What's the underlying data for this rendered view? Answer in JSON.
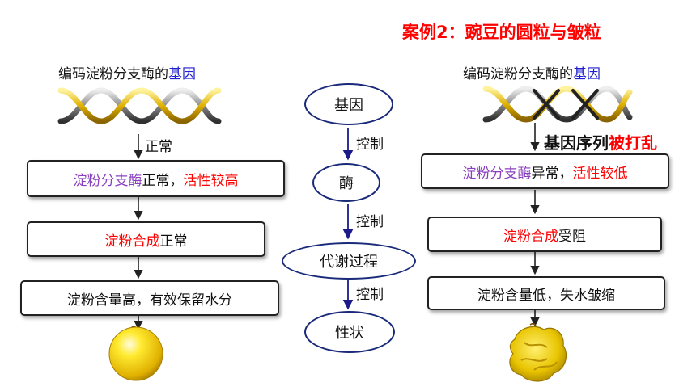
{
  "title": "案例2：豌豆的圆粒与皱粒",
  "left": {
    "gene_label": {
      "prefix": "编码淀粉分支酶的",
      "keyword": "基因"
    },
    "arrow_label": "正常",
    "box1": {
      "part1": "淀粉分支酶",
      "part2": "正常，",
      "part3": "活性较高"
    },
    "box2": {
      "part1": "淀粉合成",
      "part2": "正常"
    },
    "box3": {
      "text": "淀粉含量高，有效保留水分"
    }
  },
  "center": {
    "node1": "基因",
    "node2": "酶",
    "node3": "代谢过程",
    "node4": "性状",
    "control_label": "控制"
  },
  "right": {
    "gene_label": {
      "prefix": "编码淀粉分支酶的",
      "keyword": "基因"
    },
    "scramble": {
      "part1": "基因序列",
      "part2": "被打乱"
    },
    "box1": {
      "part1": "淀粉分支酶",
      "part2": "异常，",
      "part3": "活性较低"
    },
    "box2": {
      "part1": "淀粉合成",
      "part2": "受阻"
    },
    "box3": {
      "text": "淀粉含量低，失水皱缩"
    }
  },
  "colors": {
    "accent_red": "#ff0000",
    "purple": "#8a3fbf",
    "blue": "#1f1fd0",
    "gold": "#e8c000"
  }
}
